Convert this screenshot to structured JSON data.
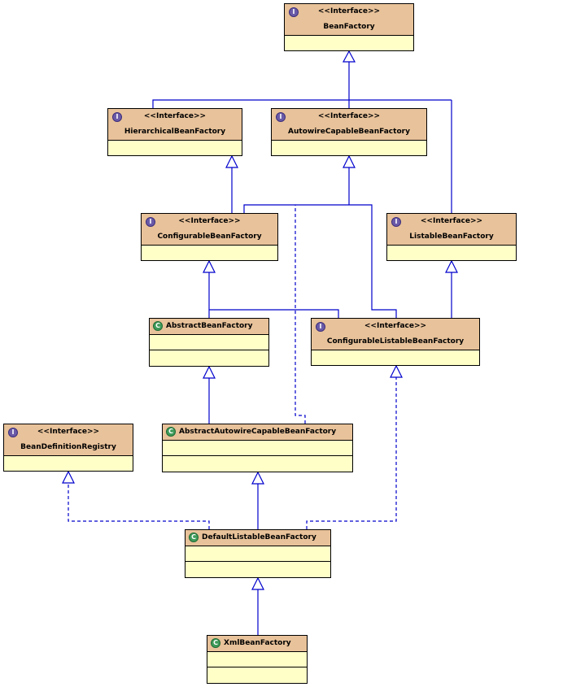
{
  "stereotype": "<<Interface>>",
  "icons": {
    "interface": "interface-icon",
    "class": "class-icon"
  },
  "colors": {
    "header": "#e8c29a",
    "body": "#ffffc8",
    "edge": "#0000cc"
  },
  "nodes": {
    "bean_factory": {
      "name": "BeanFactory",
      "kind": "interface"
    },
    "hierarchical_bean_factory": {
      "name": "HierarchicalBeanFactory",
      "kind": "interface"
    },
    "autowire_capable_bean_factory": {
      "name": "AutowireCapableBeanFactory",
      "kind": "interface"
    },
    "configurable_bean_factory": {
      "name": "ConfigurableBeanFactory",
      "kind": "interface"
    },
    "listable_bean_factory": {
      "name": "ListableBeanFactory",
      "kind": "interface"
    },
    "abstract_bean_factory": {
      "name": "AbstractBeanFactory",
      "kind": "class"
    },
    "configurable_listable_bean_factory": {
      "name": "ConfigurableListableBeanFactory",
      "kind": "interface"
    },
    "bean_definition_registry": {
      "name": "BeanDefinitionRegistry",
      "kind": "interface"
    },
    "abstract_autowire_capable_bean_factory": {
      "name": "AbstractAutowireCapableBeanFactory",
      "kind": "class"
    },
    "default_listable_bean_factory": {
      "name": "DefaultListableBeanFactory",
      "kind": "class"
    },
    "xml_bean_factory": {
      "name": "XmlBeanFactory",
      "kind": "class"
    }
  }
}
